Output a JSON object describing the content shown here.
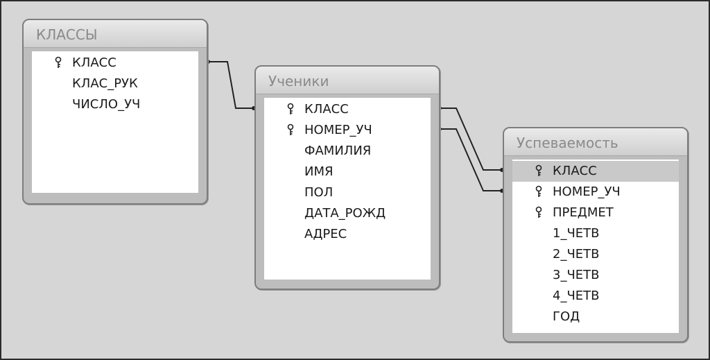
{
  "tables": [
    {
      "id": "klassy",
      "title": "КЛАССЫ",
      "fields": [
        {
          "name": "КЛАСС",
          "key": true
        },
        {
          "name": "КЛАС_РУК",
          "key": false
        },
        {
          "name": "ЧИСЛО_УЧ",
          "key": false
        }
      ]
    },
    {
      "id": "ucheniki",
      "title": "Ученики",
      "fields": [
        {
          "name": "КЛАСС",
          "key": true
        },
        {
          "name": "НОМЕР_УЧ",
          "key": true
        },
        {
          "name": "ФАМИЛИЯ",
          "key": false
        },
        {
          "name": "ИМЯ",
          "key": false
        },
        {
          "name": "ПОЛ",
          "key": false
        },
        {
          "name": "ДАТА_РОЖД",
          "key": false
        },
        {
          "name": "АДРЕС",
          "key": false
        }
      ]
    },
    {
      "id": "uspevaemost",
      "title": "Успеваемость",
      "fields": [
        {
          "name": "КЛАСС",
          "key": true,
          "selected": true
        },
        {
          "name": "НОМЕР_УЧ",
          "key": true
        },
        {
          "name": "ПРЕДМЕТ",
          "key": true
        },
        {
          "name": "1_ЧЕТВ",
          "key": false
        },
        {
          "name": "2_ЧЕТВ",
          "key": false
        },
        {
          "name": "3_ЧЕТВ",
          "key": false
        },
        {
          "name": "4_ЧЕТВ",
          "key": false
        },
        {
          "name": "ГОД",
          "key": false
        }
      ]
    }
  ],
  "relationships": [
    {
      "from": "КЛАССЫ.КЛАСС",
      "to": "Ученики.КЛАСС"
    },
    {
      "from": "Ученики.КЛАСС",
      "to": "Успеваемость.КЛАСС"
    },
    {
      "from": "Ученики.НОМЕР_УЧ",
      "to": "Успеваемость.НОМЕР_УЧ"
    }
  ],
  "icons": {
    "key": "key-icon"
  }
}
